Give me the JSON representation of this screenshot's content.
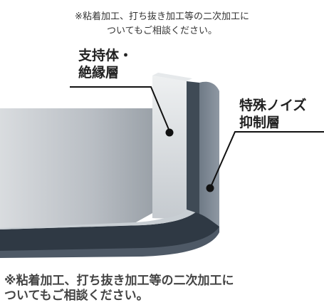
{
  "note_top": {
    "line1": "※粘着加工、打ち抜き加工等の二次加工に",
    "line2": "ついてもご相談ください。"
  },
  "labels": {
    "support_line1": "支持体・",
    "support_line2": "絶縁層",
    "noise_line1": "特殊ノイズ",
    "noise_line2": "抑制層"
  },
  "note_bottom": {
    "line1": "※粘着加工、打ち抜き加工等の二次加工に",
    "line2": "ついてもご相談ください。"
  },
  "colors": {
    "support_layer": "#d4dadd",
    "noise_layer": "#3f4a55",
    "outer_face": "#7c8793",
    "base_plate": "#c7cbd0",
    "leader_line": "#111111"
  }
}
